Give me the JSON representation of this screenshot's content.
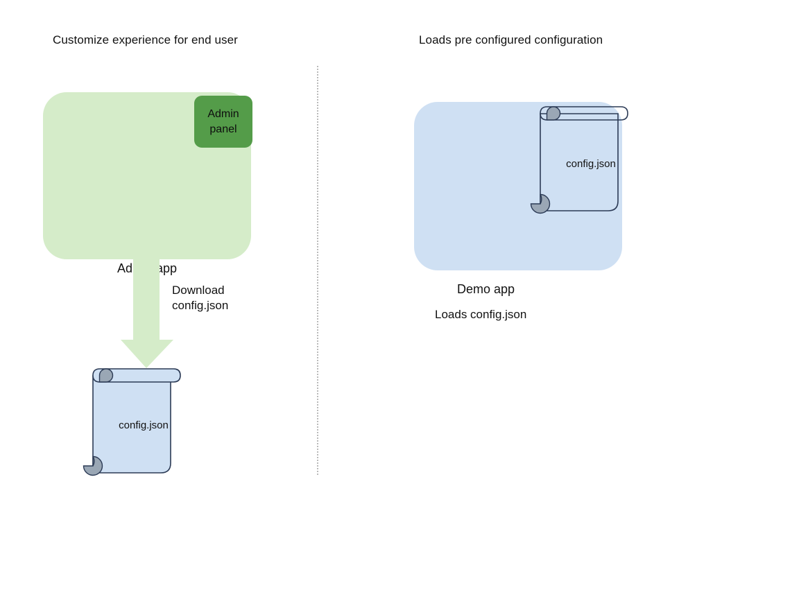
{
  "diagram": {
    "background_color": "#ffffff",
    "columns": [
      {
        "id": "left",
        "title": "Customize experience for end user",
        "app": {
          "label": "Admin app",
          "fill": "#d5ecc9",
          "chip": {
            "label": "Admin\npanel",
            "fill": "#549c49"
          }
        },
        "arrow": {
          "label": "Download\nconfig.json",
          "color": "#d5ecc9",
          "direction": "down"
        },
        "document": {
          "label": "config.json",
          "fill": "#cfe0f3",
          "stroke": "#2b3a55",
          "curl_fill": "#9aa7b5"
        }
      },
      {
        "id": "right",
        "title": "Loads pre configured configuration",
        "app": {
          "label": "Demo app",
          "fill": "#cfe0f3"
        },
        "document": {
          "label": "config.json",
          "fill": "none",
          "stroke": "#2b3a55",
          "curl_fill": "#9aa7b5"
        },
        "caption": "Loads config.json"
      }
    ],
    "divider": {
      "style": "dotted",
      "color": "#b9b9b9"
    }
  }
}
